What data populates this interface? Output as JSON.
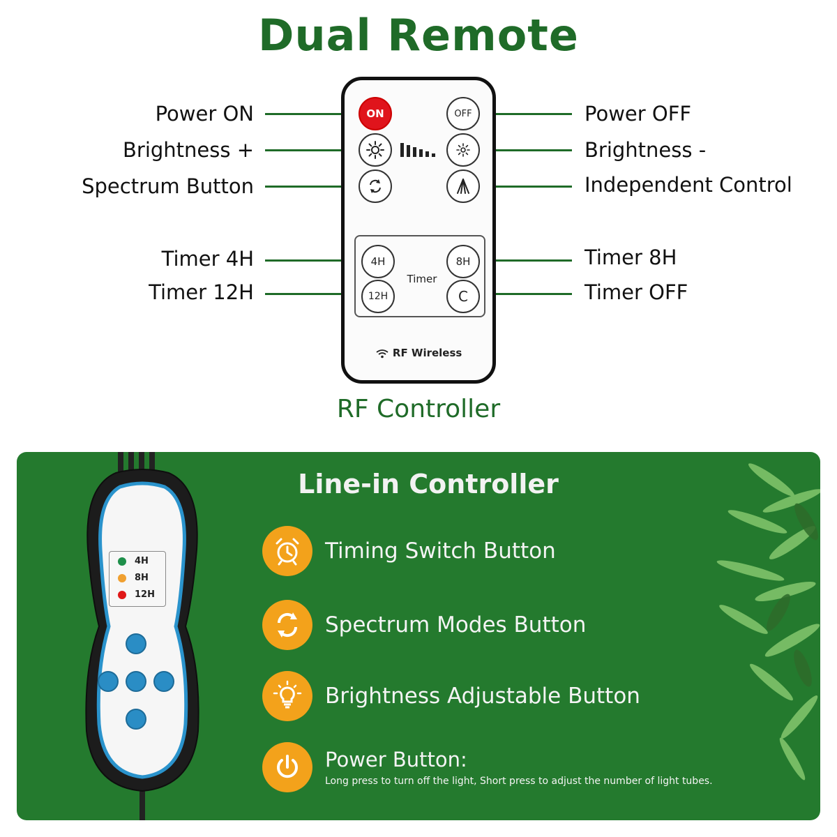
{
  "title": "Dual Remote",
  "rf_controller_label": "RF Controller",
  "remote": {
    "on_button": "ON",
    "off_button": "OFF",
    "timer_4h": "4H",
    "timer_8h": "8H",
    "timer_12h": "12H",
    "timer_off": "C",
    "timer_label": "Timer",
    "rf_wireless": "RF Wireless"
  },
  "labels_left": {
    "power_on": "Power  ON",
    "brightness_plus": "Brightness +",
    "spectrum": "Spectrum Button",
    "timer_4h": "Timer 4H",
    "timer_12h": "Timer 12H"
  },
  "labels_right": {
    "power_off": "Power  OFF",
    "brightness_minus": "Brightness -",
    "independent": "Independent Control",
    "timer_8h": "Timer 8H",
    "timer_off": "Timer OFF"
  },
  "line_in": {
    "title": "Line-in Controller",
    "led_4h": "4H",
    "led_8h": "8H",
    "led_12h": "12H",
    "features": [
      {
        "label": "Timing Switch Button",
        "icon": "alarm-clock-icon"
      },
      {
        "label": "Spectrum Modes Button",
        "icon": "cycle-arrows-icon"
      },
      {
        "label": "Brightness Adjustable Button",
        "icon": "light-bulb-icon"
      },
      {
        "label": "Power Button:",
        "icon": "power-icon",
        "note": "Long press to turn off the light, Short press to adjust the number of light tubes."
      }
    ]
  },
  "colors": {
    "brand_green": "#1f6b28",
    "panel_green": "#247a2e",
    "icon_orange": "#f3a21b",
    "on_red": "#e0141c",
    "led_green": "#1e8f4a",
    "led_orange": "#f0a030",
    "led_red": "#e01818",
    "button_blue": "#2a8dc5"
  }
}
